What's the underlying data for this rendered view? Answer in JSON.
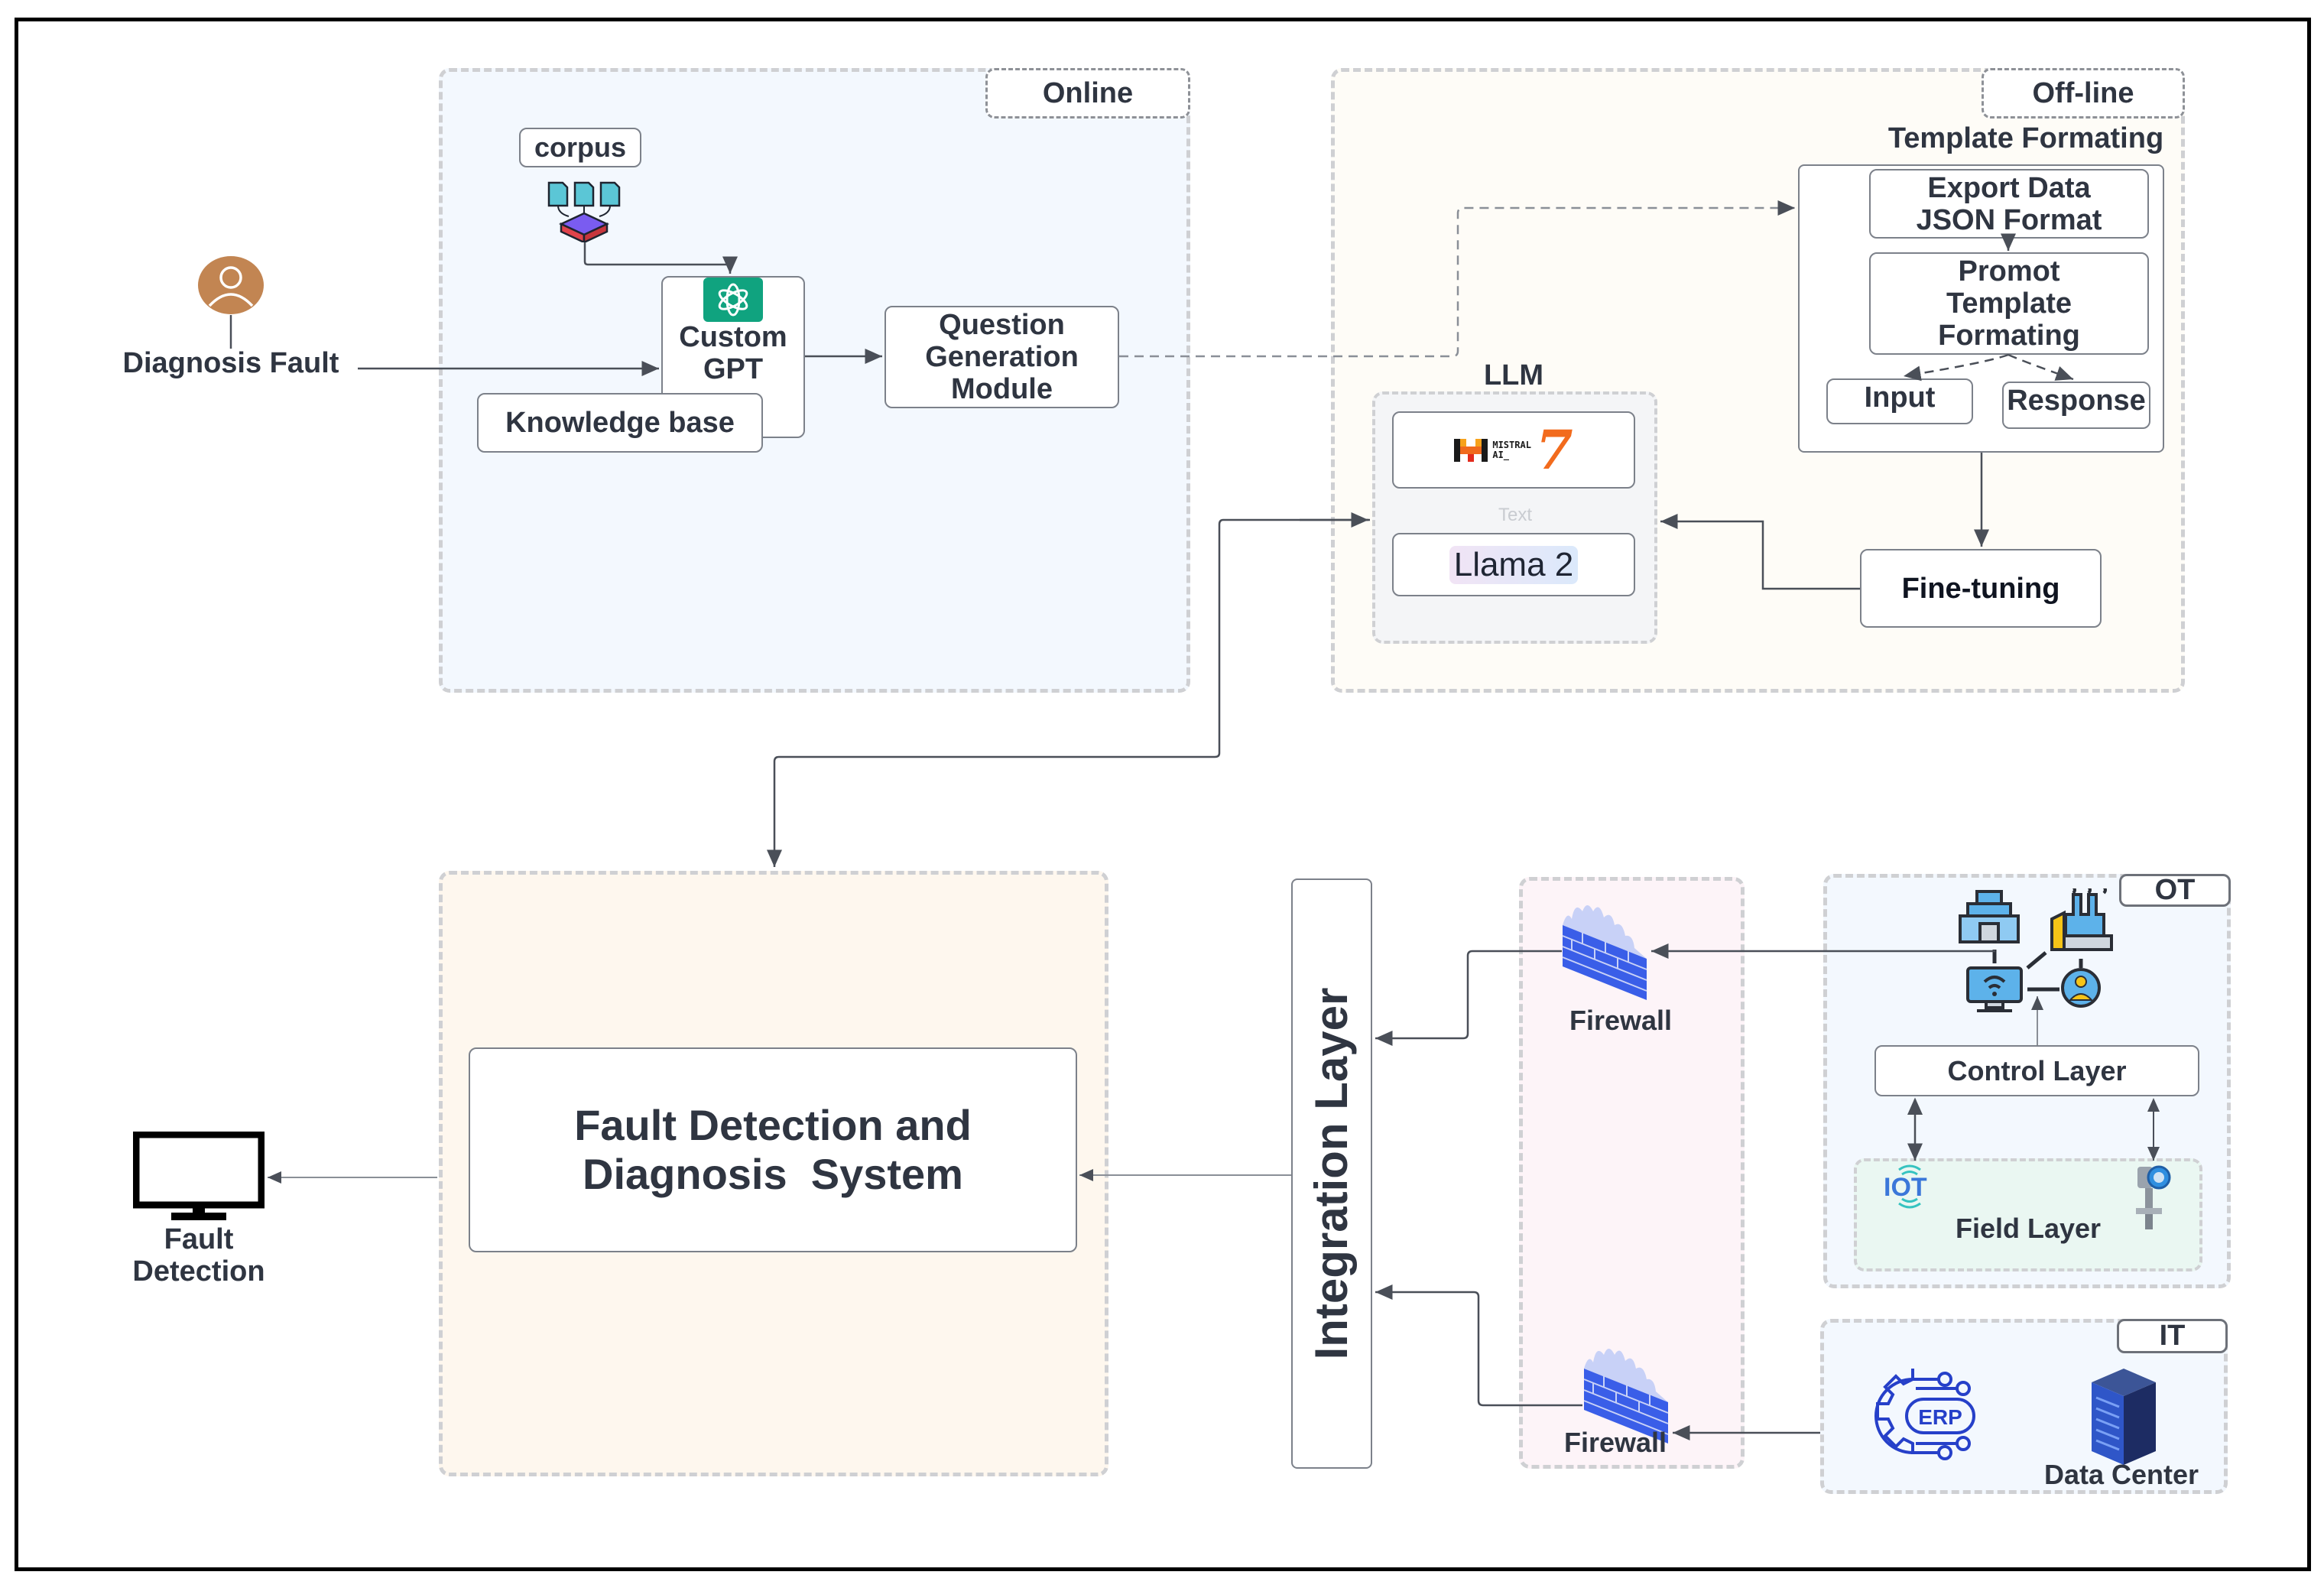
{
  "diagram": {
    "regions": {
      "online": {
        "tag": "Online",
        "fill": "#f3f8fe"
      },
      "offline": {
        "tag": "Off-line",
        "fill": "#fefcf7"
      },
      "fdd": {
        "fill": "#fef7ee"
      },
      "firewall_zone": {
        "fill": "#fdf4f8"
      },
      "ot": {
        "tag": "OT",
        "fill": "#f3f8fe"
      },
      "it": {
        "tag": "IT",
        "fill": "#f3f8fe"
      },
      "field": {
        "label": "Field Layer",
        "fill": "#eaf7f2"
      }
    },
    "user": {
      "label": "Diagnosis Fault",
      "icon": "user-icon",
      "color": "#c28552"
    },
    "online": {
      "corpus": "corpus",
      "custom_gpt": [
        "Custom",
        "GPT"
      ],
      "knowledge_base": "Knowledge base",
      "question_module": [
        "Question",
        "Generation",
        "Module"
      ]
    },
    "offline": {
      "template_title": "Template Formating",
      "export_data": [
        "Export Data",
        "JSON Format"
      ],
      "prompt_template": [
        "Promot",
        "Template",
        "Formating"
      ],
      "input": "Input",
      "response": "Response",
      "fine_tuning": "Fine-tuning",
      "llm_title": "LLM",
      "llm_text": "Text",
      "mistral": {
        "line1": "MISTRAL",
        "line2": "AI_",
        "version": "7"
      },
      "llama": "Llama 2"
    },
    "bottom": {
      "fdd": [
        "Fault Detection and",
        "Diagnosis  System"
      ],
      "fault_detection": [
        "Fault",
        "Detection"
      ],
      "integration_layer": "Integration Layer",
      "firewall_top": "Firewall",
      "firewall_bottom": "Firewall",
      "control_layer": "Control Layer",
      "field_layer": "Field Layer",
      "iot": "IOT",
      "erp": "ERP",
      "data_center": "Data Center"
    },
    "colors": {
      "gpt_green": "#10a37f",
      "firewall_blue": "#3a5ee8",
      "erp_blue": "#2640c9",
      "server_navy": "#2b3e7c",
      "line": "#4a4f58",
      "dashed_border": "#cfd0d3"
    }
  }
}
